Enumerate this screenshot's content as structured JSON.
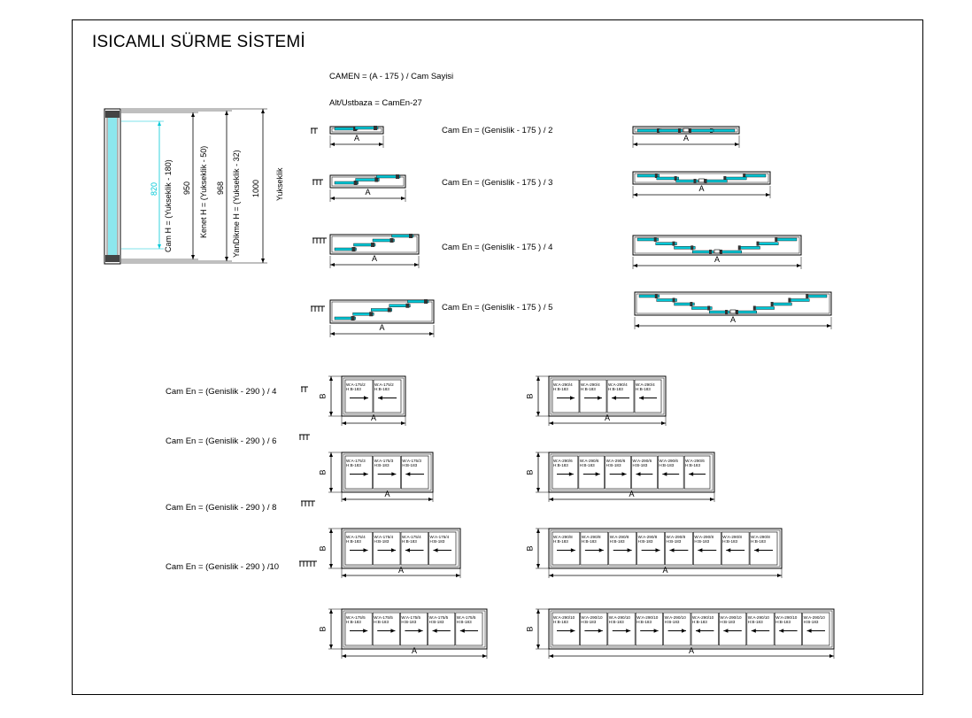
{
  "title": "ISICAMLI SÜRME SİSTEMİ",
  "formulas": {
    "camen": "CAMEN = (A - 175 ) / Cam Sayisi",
    "altustbaza": "Alt/Ustbaza = CamEn-27"
  },
  "profile_rows": [
    {
      "formula": "Cam En = (Genislik - 175 ) / 2",
      "panels": 2
    },
    {
      "formula": "Cam En = (Genislik - 175 ) / 3",
      "panels": 3
    },
    {
      "formula": "Cam En = (Genislik - 175 ) / 4",
      "panels": 4
    },
    {
      "formula": "Cam En = (Genislik - 175 ) / 5",
      "panels": 5
    }
  ],
  "elevation_rows": [
    {
      "formula": "Cam En = (Genislik - 290 ) / 4",
      "left_label": "W:A-175/2\nH:B-183",
      "right_label": "W:A-290/4\nH:B-183"
    },
    {
      "formula": "Cam En = (Genislik - 290 ) / 6",
      "left_label": "W:A-175/3\nH:B-183",
      "right_label": "W:A-290/6\nH:B-183"
    },
    {
      "formula": "Cam En = (Genislik - 290 ) / 8",
      "left_label": "W:A-175/4\nH:B-183",
      "right_label": "W:A-290/8\nH:B-183"
    },
    {
      "formula": "Cam En = (Genislik - 290 ) /10",
      "left_label": "W:A-175/5\nH:B-183",
      "right_label": "W:A-290/10\nH:B-183"
    }
  ],
  "dims": {
    "a": "A",
    "b": "B"
  },
  "section": {
    "cam_h": "Cam H = (Yukseklik - 180)",
    "kenet_h": "Kenet H = (Yukseklik - 50)",
    "yandikme_h": "YanDikme H = (Yukseklik - 32)",
    "yukseklik": "Yukseklik",
    "v820": "820",
    "v950": "950",
    "v968": "968",
    "v1000": "1000"
  },
  "colors": {
    "glass": "#00c8d7",
    "line": "#000000",
    "dim_cyan": "#00c8d7"
  }
}
